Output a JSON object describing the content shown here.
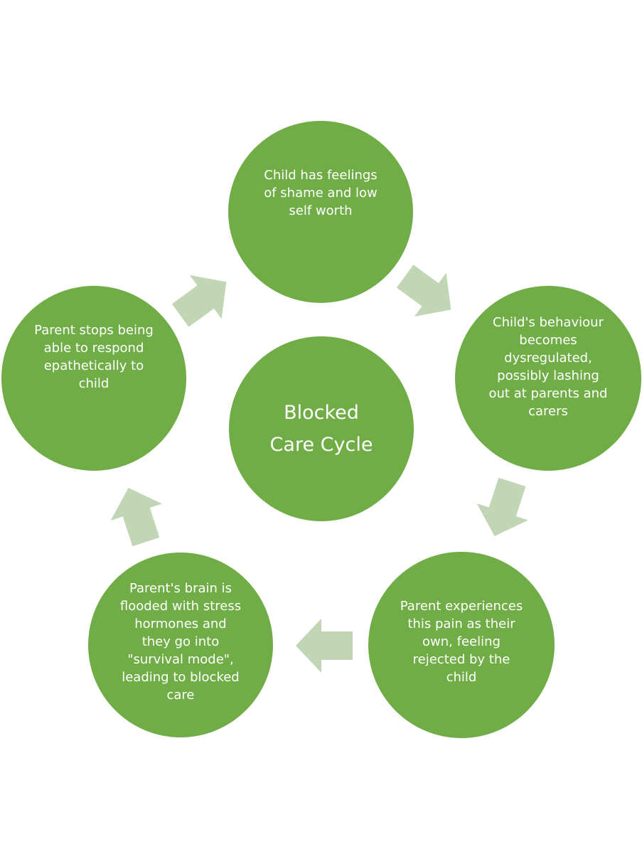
{
  "diagram": {
    "center": "Blocked\nCare Cycle",
    "nodes": [
      "Child has feelings\nof shame and low\nself worth",
      "Child's behaviour\nbecomes\ndysregulated,\npossibly lashing\nout at parents and\ncarers",
      "Parent experiences\nthis pain as their\nown, feeling\nrejected by the\nchild",
      "Parent's brain is\nflooded with stress\nhormones and\nthey go into\n\"survival mode\",\nleading to blocked\ncare",
      "Parent stops being\nable to respond\nepathetically to\nchild"
    ]
  },
  "colors": {
    "node": "#70ad47",
    "arrow": "#c0d6b4",
    "text": "#ffffff",
    "background": "#ffffff"
  }
}
